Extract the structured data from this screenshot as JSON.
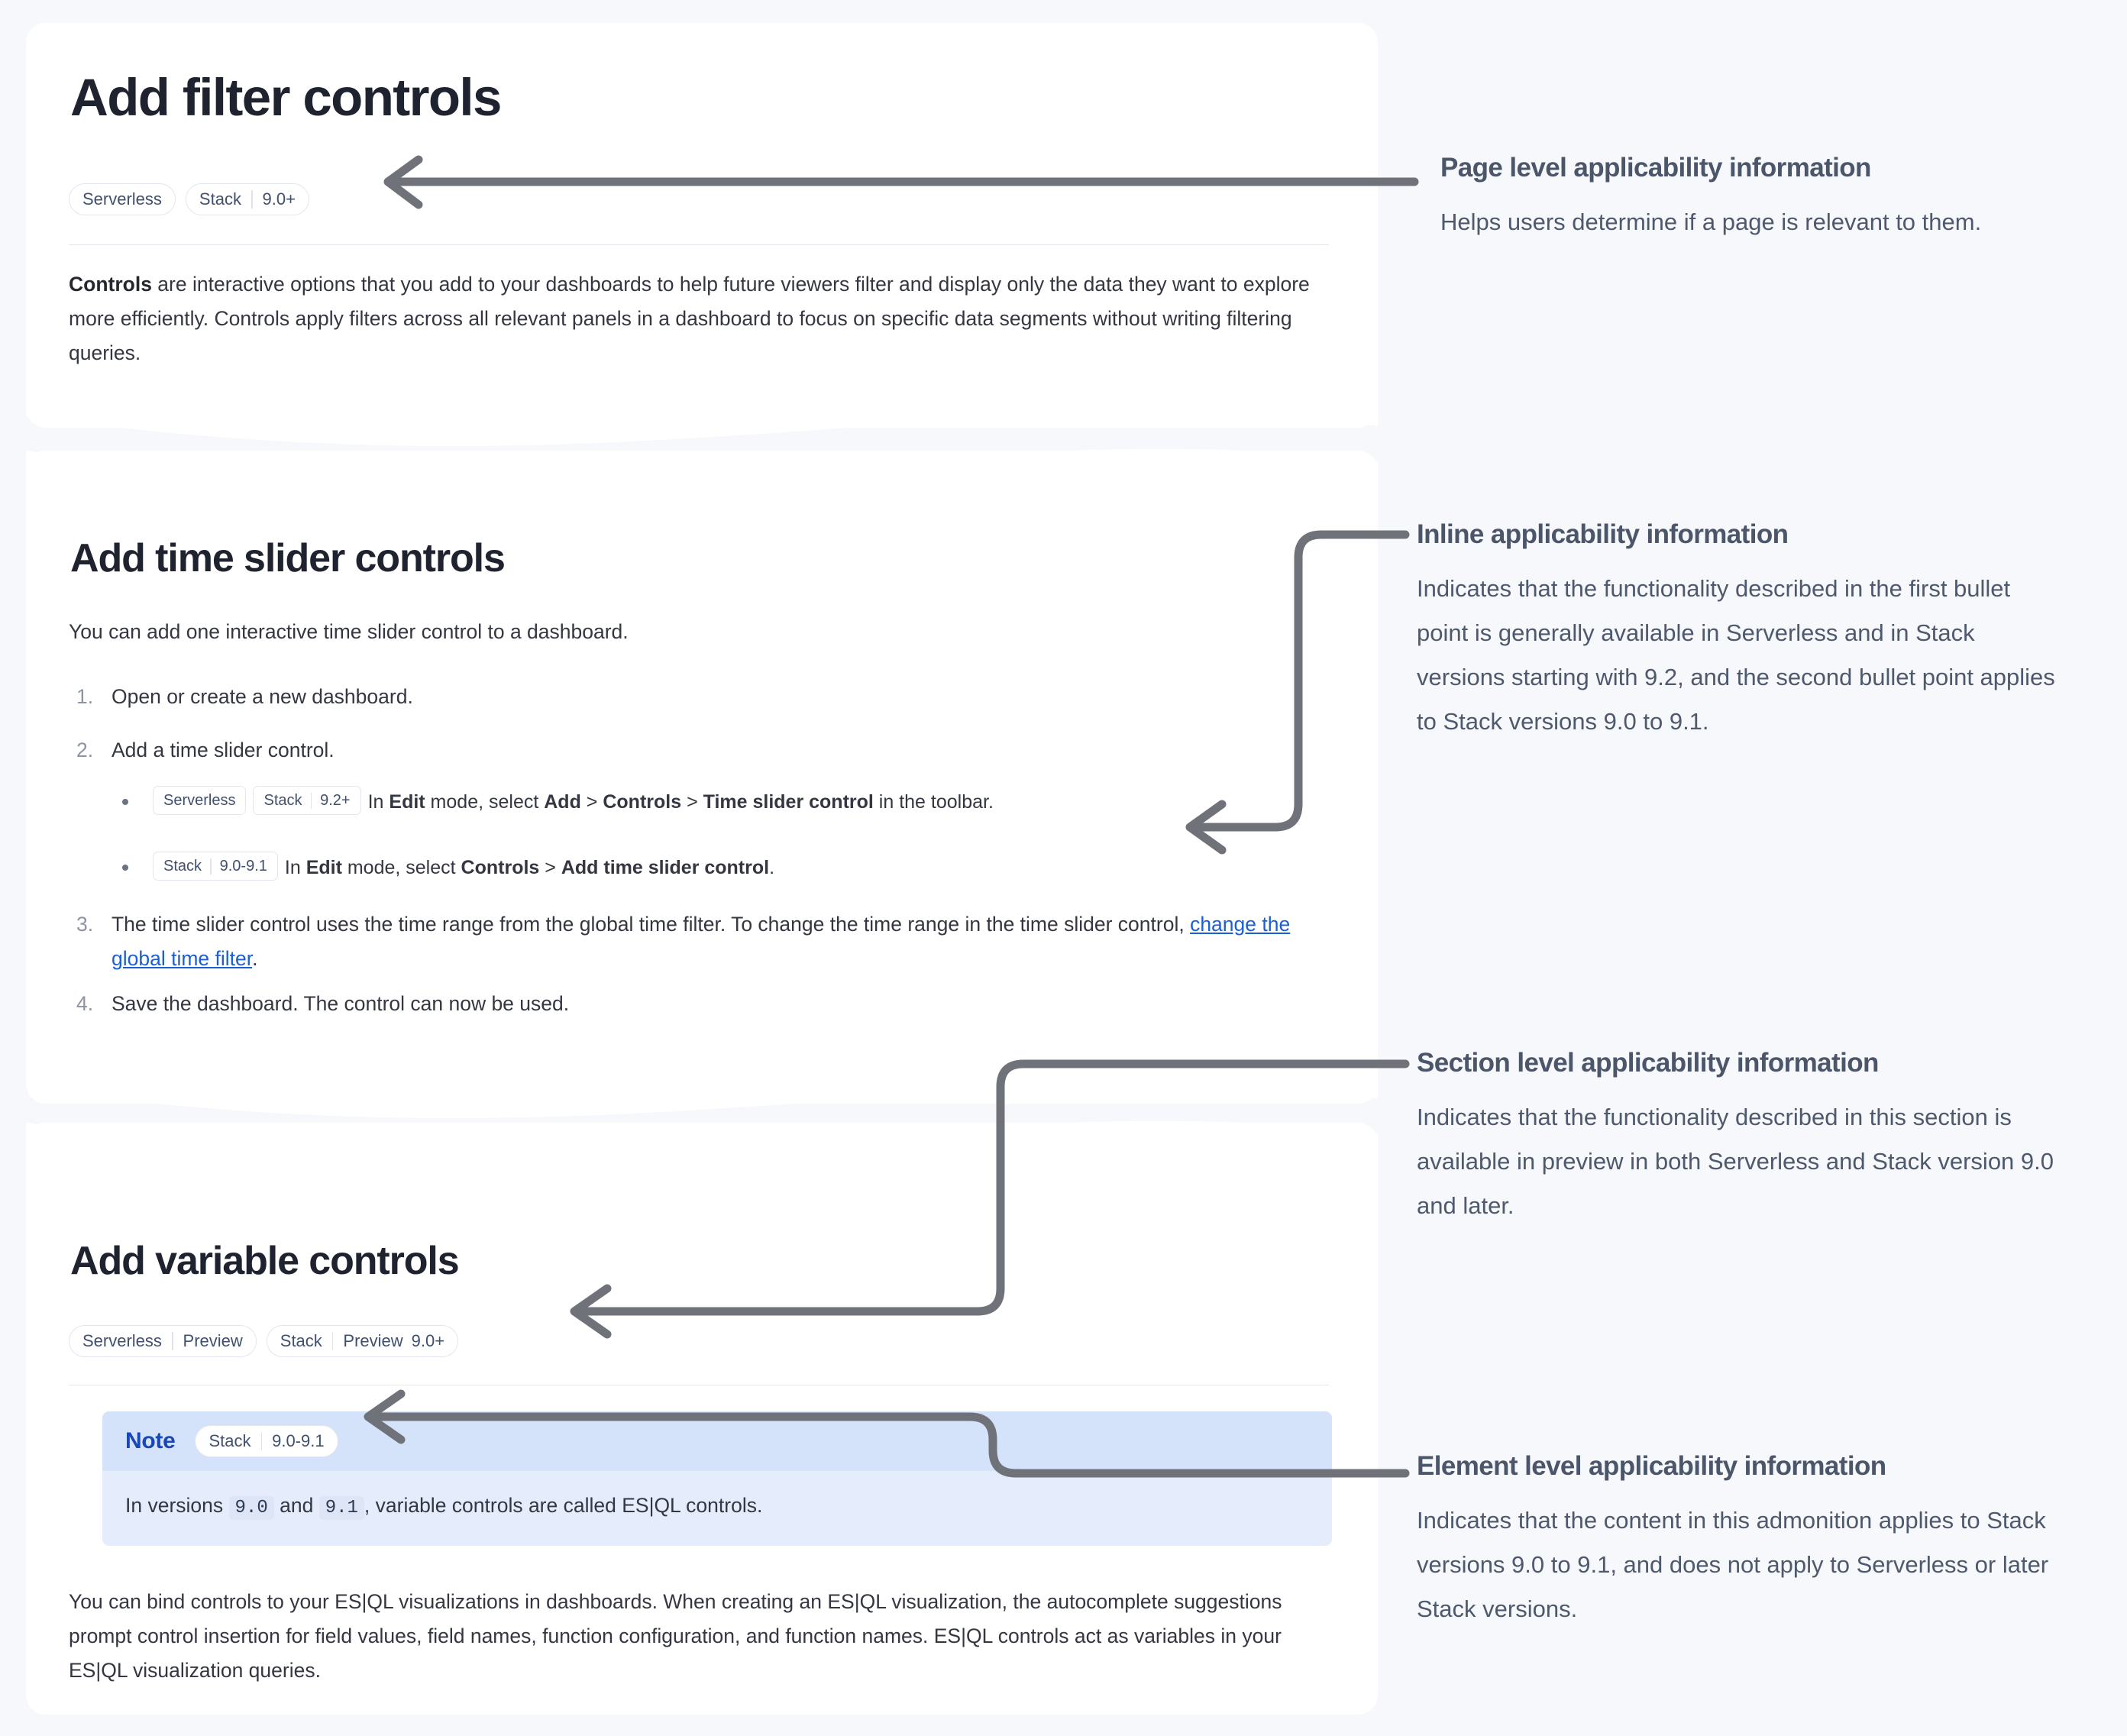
{
  "page": {
    "title": "Add filter controls",
    "applicability": [
      {
        "name": "Serverless",
        "version": ""
      },
      {
        "name": "Stack",
        "version": "9.0+"
      }
    ],
    "intro_bold": "Controls",
    "intro_rest": " are interactive options that you add to your dashboards to help future viewers filter and display only the data they want to explore more efficiently. Controls apply filters across all relevant panels in a dashboard to focus on specific data segments without writing filtering queries."
  },
  "section_time_slider": {
    "heading": "Add time slider controls",
    "lead": "You can add one interactive time slider control to a dashboard.",
    "steps": [
      {
        "num": "1.",
        "text": "Open or create a new dashboard."
      },
      {
        "num": "2.",
        "text": "Add a time slider control."
      },
      {
        "num": "3.",
        "pre": "The time slider control uses the time range from the global time filter. To change the time range in the time slider control, ",
        "link": "change the global time filter",
        "post": "."
      },
      {
        "num": "4.",
        "text": "Save the dashboard. The control can now be used."
      }
    ],
    "bullets": [
      {
        "badges": [
          {
            "name": "Serverless",
            "version": ""
          },
          {
            "name": "Stack",
            "version": "9.2+"
          }
        ],
        "parts": [
          {
            "t": "In "
          },
          {
            "t": "Edit",
            "b": true
          },
          {
            "t": " mode, select "
          },
          {
            "t": "Add",
            "b": true
          },
          {
            "t": " > "
          },
          {
            "t": "Controls",
            "b": true
          },
          {
            "t": " > "
          },
          {
            "t": "Time slider control",
            "b": true
          },
          {
            "t": " in the toolbar."
          }
        ]
      },
      {
        "badges": [
          {
            "name": "Stack",
            "version": "9.0-9.1"
          }
        ],
        "parts": [
          {
            "t": "In "
          },
          {
            "t": "Edit",
            "b": true
          },
          {
            "t": " mode, select "
          },
          {
            "t": "Controls",
            "b": true
          },
          {
            "t": " > "
          },
          {
            "t": "Add time slider control",
            "b": true
          },
          {
            "t": "."
          }
        ]
      }
    ]
  },
  "section_variable": {
    "heading": "Add variable controls",
    "applicability": [
      {
        "name": "Serverless",
        "version": "Preview"
      },
      {
        "name": "Stack",
        "version": "Preview",
        "version2": "9.0+"
      }
    ],
    "note": {
      "title": "Note",
      "badge": {
        "name": "Stack",
        "version": "9.0-9.1"
      },
      "body_pre": "In versions ",
      "code1": "9.0",
      "body_mid": " and ",
      "code2": "9.1",
      "body_post": ", variable controls are called ES|QL controls."
    },
    "paragraph": "You can bind controls to your ES|QL visualizations in dashboards. When creating an ES|QL visualization, the autocomplete suggestions prompt control insertion for field values, field names, function configuration, and function names. ES|QL controls act as variables in your ES|QL visualization queries."
  },
  "annotations": [
    {
      "title": "Page level applicability information",
      "body": "Helps users determine if a page is relevant to them."
    },
    {
      "title": "Inline applicability information",
      "body": "Indicates that the functionality described in the first bullet point is generally available in Serverless and in Stack versions starting with 9.2, and the second bullet point applies to Stack versions 9.0 to 9.1."
    },
    {
      "title": "Section level applicability information",
      "body": "Indicates that the functionality described in this section is available in preview in both Serverless and Stack version 9.0 and later."
    },
    {
      "title": "Element level applicability information",
      "body": "Indicates that the content in this admonition applies to Stack versions 9.0 to 9.1, and does not apply to Serverless or later Stack versions."
    }
  ],
  "colors": {
    "page_background": "#f7f8fb",
    "card_background": "#ffffff",
    "heading_text": "#1f2330",
    "body_text": "#343741",
    "badge_text": "#41506e",
    "badge_border": "#e3e6ef",
    "link": "#1a5fd6",
    "note_header": "#d4e2fa",
    "note_body": "#e5edfc",
    "note_title": "#1a47b8",
    "annotation_title": "#4b566b",
    "annotation_body": "#4e596d",
    "connector": "#6f7278"
  }
}
